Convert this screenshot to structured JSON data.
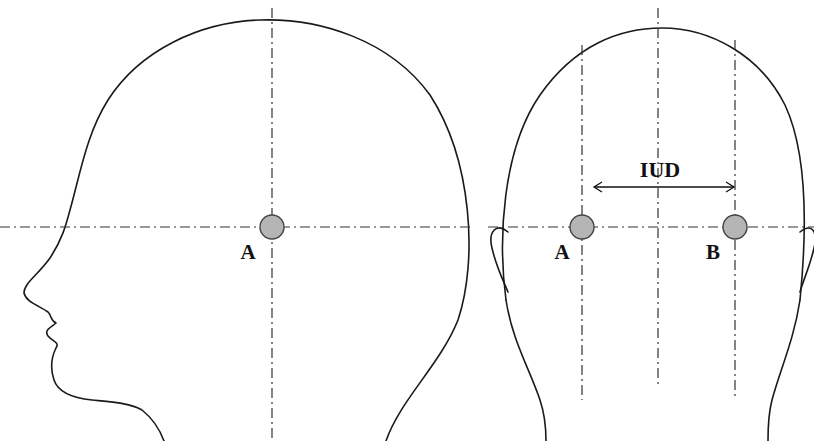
{
  "diagram": {
    "labels": [
      "A",
      "A",
      "IUD",
      "B"
    ]
  }
}
